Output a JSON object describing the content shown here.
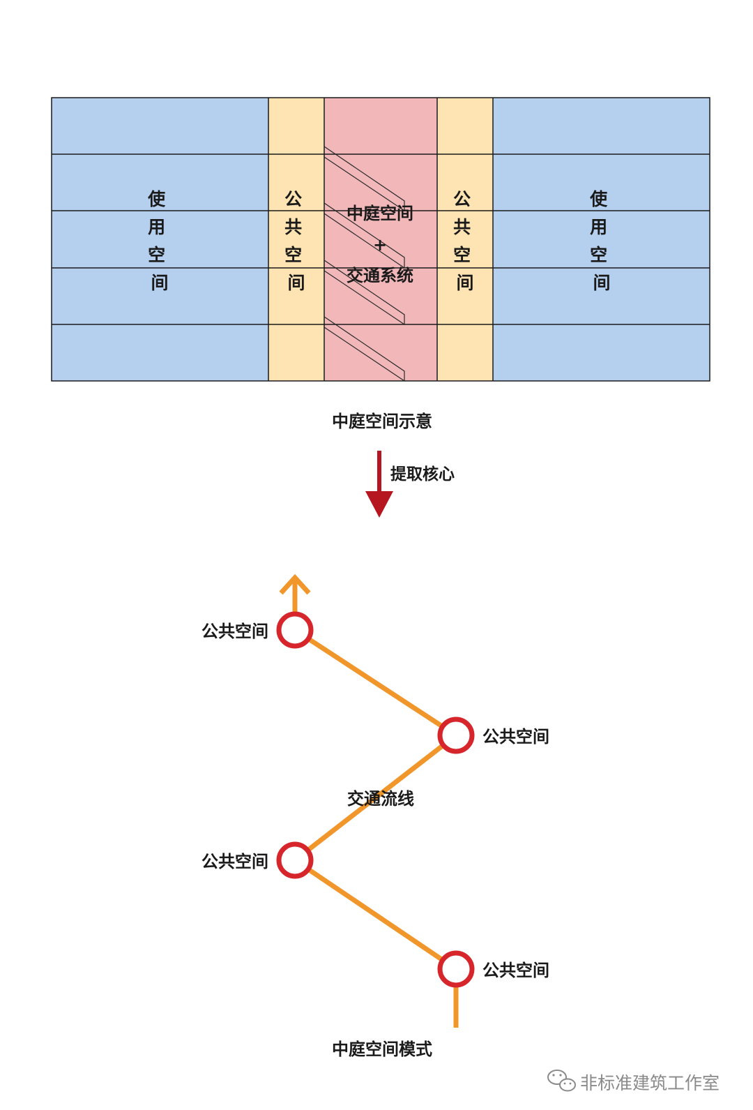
{
  "colors": {
    "usable_space": "#b5cfee",
    "public_space": "#fde4b2",
    "atrium_core": "#f1b7b9",
    "grid_line": "#1a1a1a",
    "stair_line": "#2a2a2a",
    "arrow_red": "#b5161f",
    "flow_orange": "#f0962a",
    "node_red": "#d6262c",
    "text": "#1a1a1a",
    "watermark": "#8a8a8a"
  },
  "section_diagram": {
    "left_usable_label": [
      "使",
      "用",
      "空",
      "间"
    ],
    "left_public_label": [
      "公",
      "共",
      "空",
      "间"
    ],
    "core_label_line1": "中庭空间",
    "core_label_plus": "+",
    "core_label_line2": "交通系统",
    "right_public_label": [
      "公",
      "共",
      "空",
      "间"
    ],
    "right_usable_label": [
      "使",
      "用",
      "空",
      "间"
    ],
    "caption": "中庭空间示意"
  },
  "transition": {
    "arrow_icon": "down-arrow-icon",
    "label": "提取核心"
  },
  "flow_diagram": {
    "nodes": [
      {
        "label": "公共空间",
        "side": "left"
      },
      {
        "label": "公共空间",
        "side": "right"
      },
      {
        "label": "公共空间",
        "side": "left"
      },
      {
        "label": "公共空间",
        "side": "right"
      }
    ],
    "flow_label": "交通流线",
    "up_arrow_icon": "up-arrow-icon",
    "caption": "中庭空间模式"
  },
  "watermark": {
    "icon": "wechat-icon",
    "text": "非标准建筑工作室"
  }
}
